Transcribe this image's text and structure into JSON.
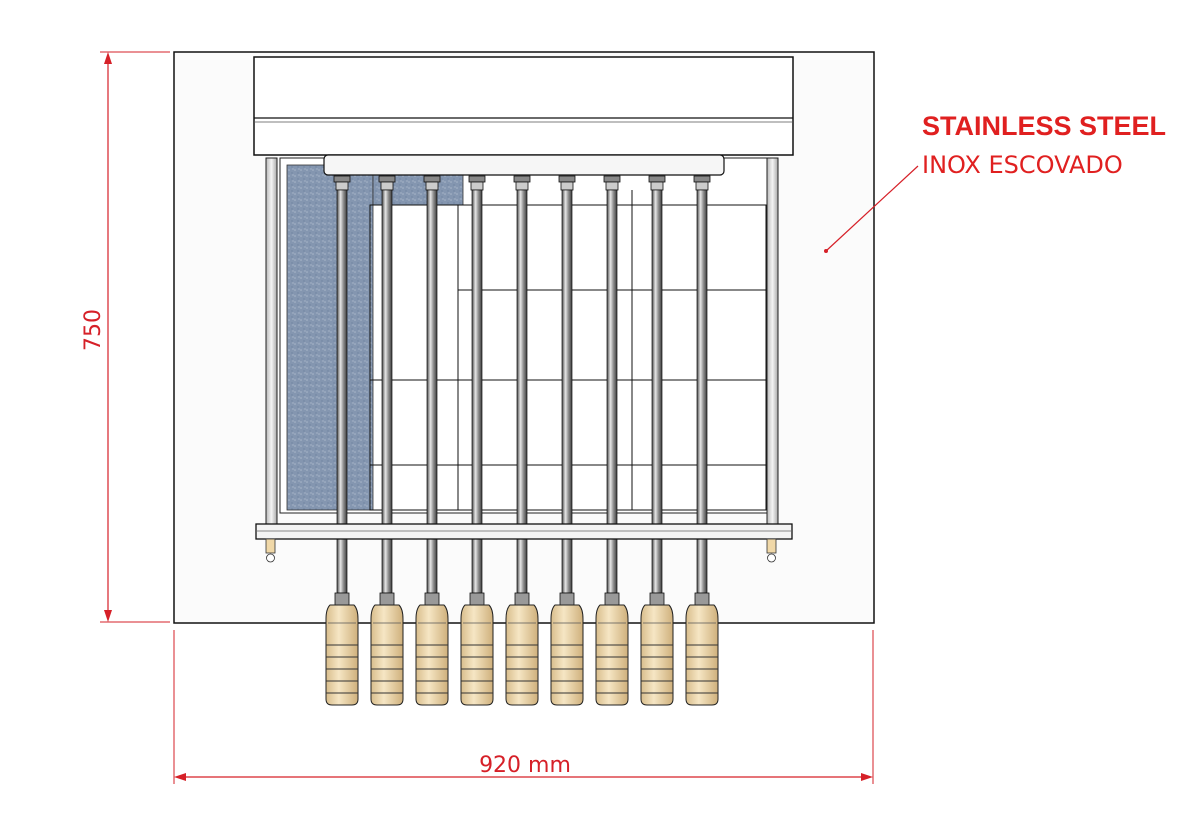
{
  "dimensions": {
    "height_value": "750",
    "width_value": "920 mm"
  },
  "callout": {
    "material_en": "STAINLESS STEEL",
    "material_pt": "INOX ESCOVADO"
  },
  "colors": {
    "dimension_red": "#d62028",
    "callout_red": "#e02020",
    "steel_panel": "#fafafa",
    "glass_blue": "#7f93ad",
    "wood_handle": "#efd9b0"
  },
  "skewer_count": 9
}
